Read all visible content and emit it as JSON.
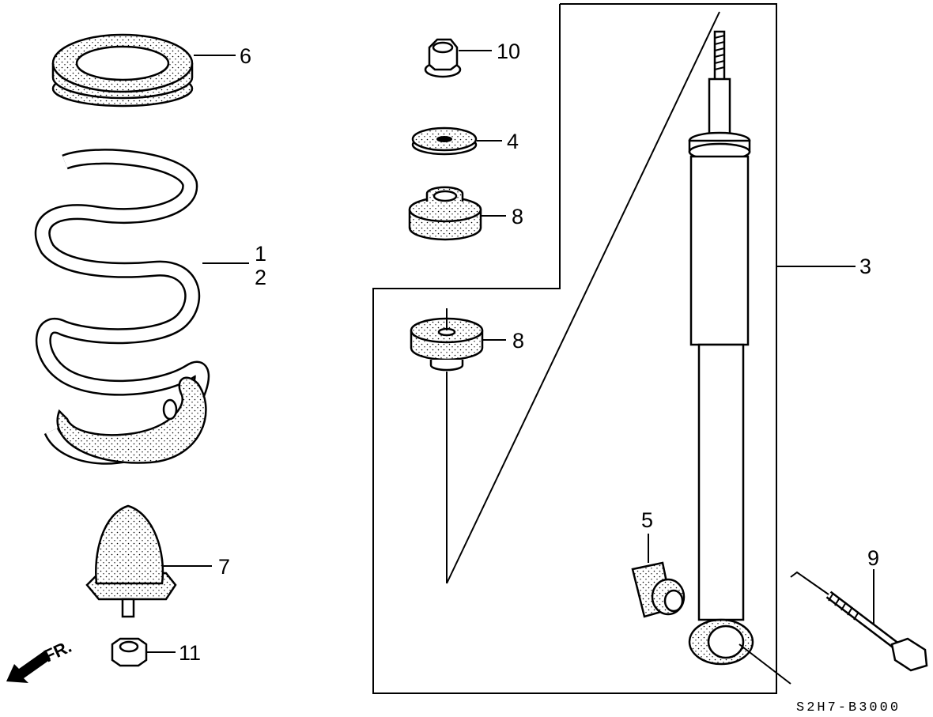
{
  "diagram": {
    "callouts": {
      "p1": "1",
      "p2": "2",
      "p3": "3",
      "p4": "4",
      "p5": "5",
      "p6": "6",
      "p7": "7",
      "p8a": "8",
      "p8b": "8",
      "p9": "9",
      "p10": "10",
      "p11": "11"
    },
    "direction_label": "FR.",
    "drawing_code": "S2H7-B3000"
  },
  "colors": {
    "line": "#000000",
    "background": "#ffffff",
    "stipple": "#000000"
  }
}
